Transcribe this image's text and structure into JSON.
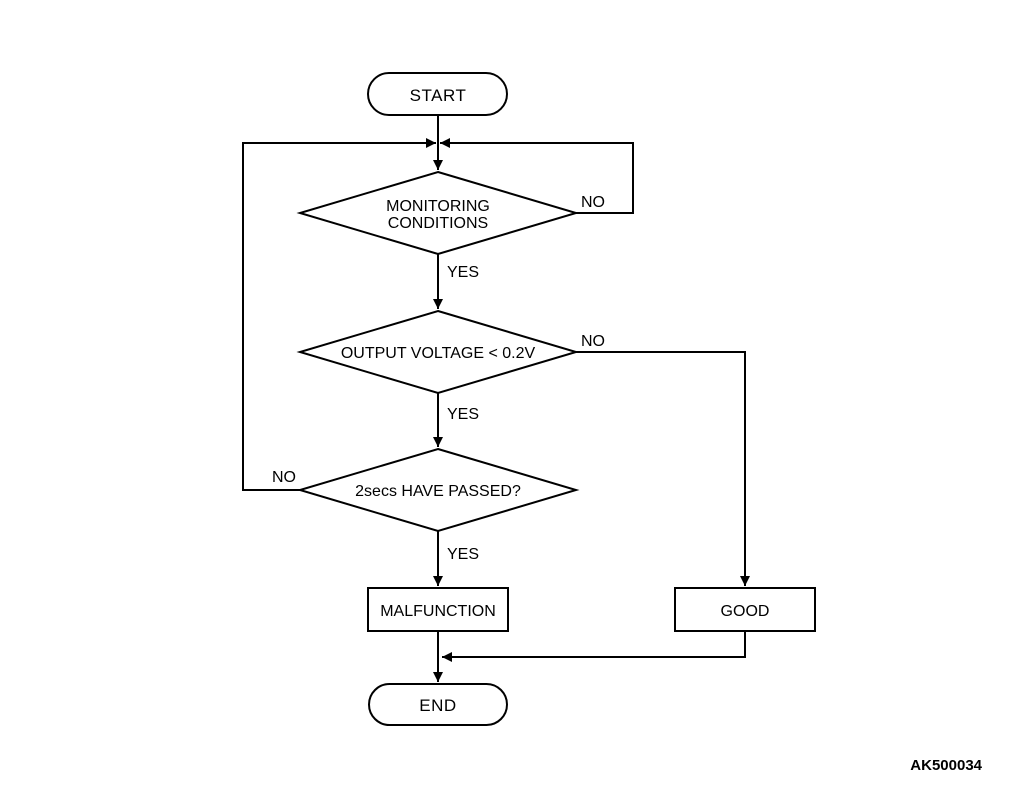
{
  "diagram": {
    "type": "flowchart",
    "watermark": "AK500034",
    "colors": {
      "background": "#ffffff",
      "stroke": "#000000",
      "text": "#000000"
    },
    "nodes": {
      "start": {
        "type": "terminator",
        "label": "START"
      },
      "monitoring_conditions": {
        "type": "decision",
        "label": "MONITORING CONDITIONS",
        "line1": "MONITORING",
        "line2": "CONDITIONS"
      },
      "output_voltage": {
        "type": "decision",
        "label": "OUTPUT VOLTAGE < 0.2V"
      },
      "secs_passed": {
        "type": "decision",
        "label": "2secs HAVE PASSED?"
      },
      "malfunction": {
        "type": "process",
        "label": "MALFUNCTION"
      },
      "good": {
        "type": "process",
        "label": "GOOD"
      },
      "end": {
        "type": "terminator",
        "label": "END"
      }
    },
    "edges": [
      {
        "from": "start",
        "to": "monitoring_conditions",
        "label": ""
      },
      {
        "from": "monitoring_conditions",
        "to": "output_voltage",
        "label": "YES"
      },
      {
        "from": "monitoring_conditions",
        "to": "monitoring_conditions",
        "label": "NO"
      },
      {
        "from": "output_voltage",
        "to": "secs_passed",
        "label": "YES"
      },
      {
        "from": "output_voltage",
        "to": "good",
        "label": "NO"
      },
      {
        "from": "secs_passed",
        "to": "malfunction",
        "label": "YES"
      },
      {
        "from": "secs_passed",
        "to": "monitoring_conditions",
        "label": "NO"
      },
      {
        "from": "malfunction",
        "to": "end",
        "label": ""
      },
      {
        "from": "good",
        "to": "end",
        "label": ""
      }
    ]
  }
}
